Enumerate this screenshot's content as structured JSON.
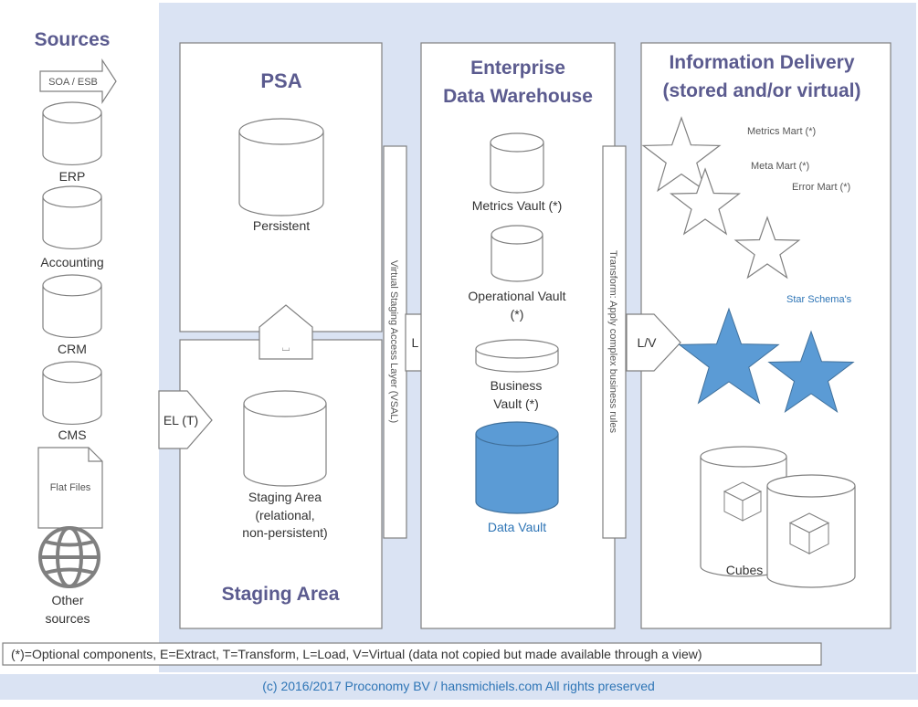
{
  "colors": {
    "background_panel": "#dae3f3",
    "footer_band": "#dae3f3",
    "title": "#5b5b8f",
    "accent_blue": "#5b9bd5",
    "link_blue": "#2e75b6",
    "outline": "#808080"
  },
  "sources": {
    "title": "Sources",
    "arrow_label": "SOA / ESB",
    "items": [
      "ERP",
      "Accounting",
      "CRM",
      "CMS"
    ],
    "flat_files": "Flat Files",
    "other_line1": "Other",
    "other_line2": "sources",
    "icons": [
      "database-icon",
      "database-icon",
      "database-icon",
      "database-icon",
      "document-icon",
      "globe-icon"
    ]
  },
  "psa": {
    "title": "PSA",
    "persistent": "Persistent",
    "upload_symbol": "⌴"
  },
  "staging": {
    "title": "Staging Area",
    "label_line1": "Staging Area",
    "label_line2": "(relational,",
    "label_line3": "non-persistent)"
  },
  "arrows": {
    "el": "EL (T)",
    "l": "L (T)",
    "lv": "L/V"
  },
  "vsal": "Virtual Staging Access Layer (VSAL)",
  "transform": "Transform: Apply complex business rules",
  "edw": {
    "title_line1": "Enterprise",
    "title_line2": "Data Warehouse",
    "metrics_vault": "Metrics Vault (*)",
    "operational_vault_line1": "Operational Vault",
    "operational_vault_line2": "(*)",
    "business_vault_line1": "Business",
    "business_vault_line2": "Vault (*)",
    "data_vault": "Data Vault"
  },
  "delivery": {
    "title_line1": "Information Delivery",
    "title_line2": "(stored and/or virtual)",
    "metrics_mart": "Metrics Mart (*)",
    "meta_mart": "Meta Mart (*)",
    "error_mart": "Error Mart (*)",
    "star_schemas": "Star Schema's",
    "cubes": "Cubes"
  },
  "legend": "(*)=Optional components, E=Extract, T=Transform, L=Load, V=Virtual (data not copied but made available through a view)",
  "footer": "(c) 2016/2017 Proconomy BV / hansmichiels.com All rights preserved"
}
